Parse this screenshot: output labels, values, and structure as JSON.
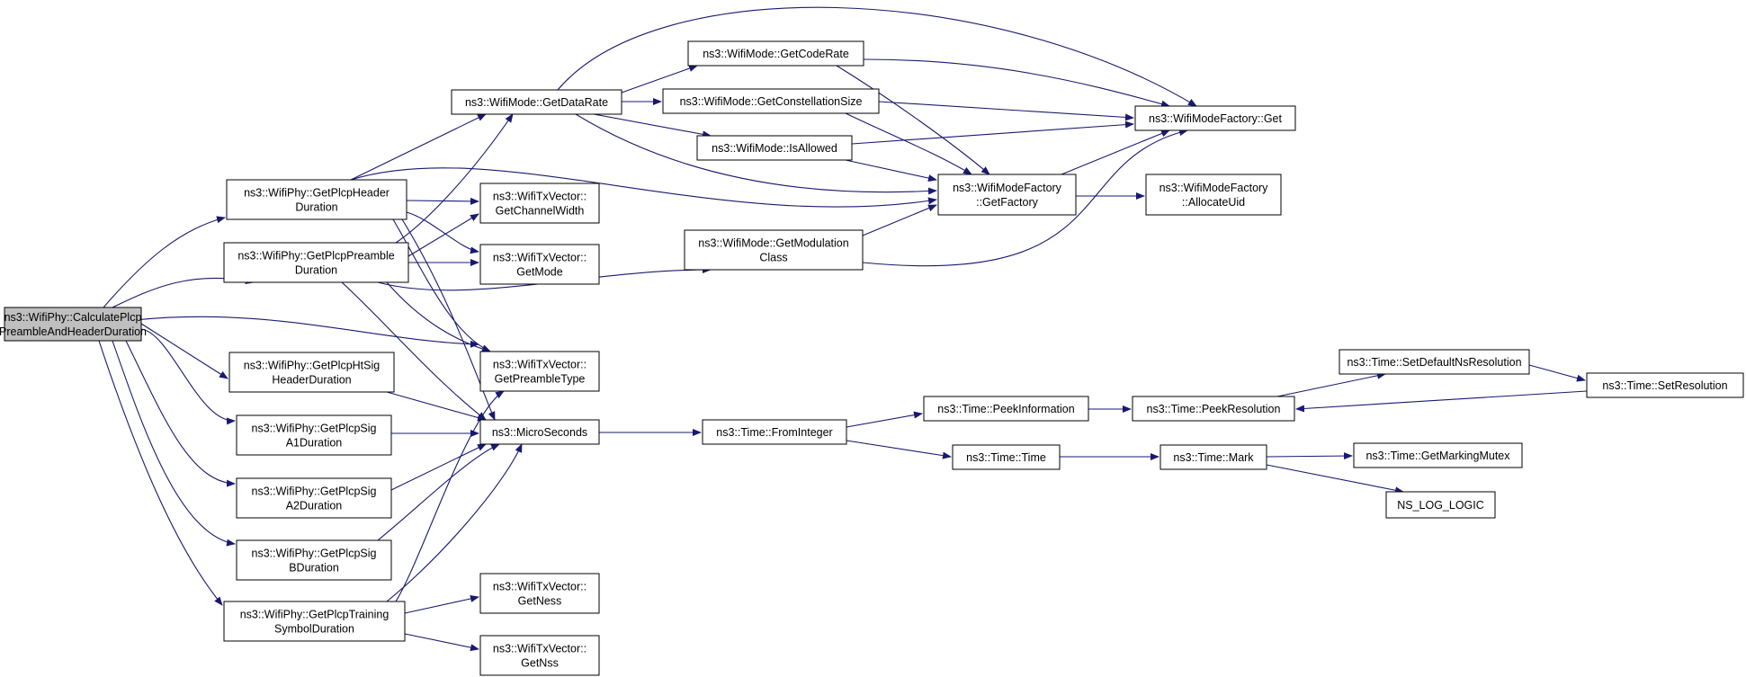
{
  "graph": {
    "edge_color": "#191970",
    "root_fill": "#bfbfbf",
    "nodes": [
      {
        "id": "calc",
        "lines": [
          "ns3::WifiPhy::CalculatePlcp",
          "PreambleAndHeaderDuration"
        ],
        "root": true
      },
      {
        "id": "hdr",
        "lines": [
          "ns3::WifiPhy::GetPlcpHeader",
          "Duration"
        ]
      },
      {
        "id": "pre",
        "lines": [
          "ns3::WifiPhy::GetPlcpPreamble",
          "Duration"
        ]
      },
      {
        "id": "htsig",
        "lines": [
          "ns3::WifiPhy::GetPlcpHtSig",
          "HeaderDuration"
        ]
      },
      {
        "id": "a1",
        "lines": [
          "ns3::WifiPhy::GetPlcpSig",
          "A1Duration"
        ]
      },
      {
        "id": "a2",
        "lines": [
          "ns3::WifiPhy::GetPlcpSig",
          "A2Duration"
        ]
      },
      {
        "id": "sigb",
        "lines": [
          "ns3::WifiPhy::GetPlcpSig",
          "BDuration"
        ]
      },
      {
        "id": "train",
        "lines": [
          "ns3::WifiPhy::GetPlcpTraining",
          "SymbolDuration"
        ]
      },
      {
        "id": "datarate",
        "lines": [
          "ns3::WifiMode::GetDataRate"
        ]
      },
      {
        "id": "chw",
        "lines": [
          "ns3::WifiTxVector::",
          "GetChannelWidth"
        ]
      },
      {
        "id": "gmode",
        "lines": [
          "ns3::WifiTxVector::",
          "GetMode"
        ]
      },
      {
        "id": "ptype",
        "lines": [
          "ns3::WifiTxVector::",
          "GetPreambleType"
        ]
      },
      {
        "id": "micro",
        "lines": [
          "ns3::MicroSeconds"
        ]
      },
      {
        "id": "ness",
        "lines": [
          "ns3::WifiTxVector::",
          "GetNess"
        ]
      },
      {
        "id": "nss",
        "lines": [
          "ns3::WifiTxVector::",
          "GetNss"
        ]
      },
      {
        "id": "coderate",
        "lines": [
          "ns3::WifiMode::GetCodeRate"
        ]
      },
      {
        "id": "csize",
        "lines": [
          "ns3::WifiMode::GetConstellationSize"
        ]
      },
      {
        "id": "allowed",
        "lines": [
          "ns3::WifiMode::IsAllowed"
        ]
      },
      {
        "id": "modclass",
        "lines": [
          "ns3::WifiMode::GetModulation",
          "Class"
        ]
      },
      {
        "id": "fget",
        "lines": [
          "ns3::WifiModeFactory::Get"
        ]
      },
      {
        "id": "getfactory",
        "lines": [
          "ns3::WifiModeFactory",
          "::GetFactory"
        ]
      },
      {
        "id": "alloc",
        "lines": [
          "ns3::WifiModeFactory",
          "::AllocateUid"
        ]
      },
      {
        "id": "fromint",
        "lines": [
          "ns3::Time::FromInteger"
        ]
      },
      {
        "id": "peekinfo",
        "lines": [
          "ns3::Time::PeekInformation"
        ]
      },
      {
        "id": "ttime",
        "lines": [
          "ns3::Time::Time"
        ]
      },
      {
        "id": "peekres",
        "lines": [
          "ns3::Time::PeekResolution"
        ]
      },
      {
        "id": "setdef",
        "lines": [
          "ns3::Time::SetDefaultNsResolution"
        ]
      },
      {
        "id": "setres",
        "lines": [
          "ns3::Time::SetResolution"
        ]
      },
      {
        "id": "mark",
        "lines": [
          "ns3::Time::Mark"
        ]
      },
      {
        "id": "mutex",
        "lines": [
          "ns3::Time::GetMarkingMutex"
        ]
      },
      {
        "id": "nslog",
        "lines": [
          "NS_LOG_LOGIC"
        ]
      }
    ]
  }
}
